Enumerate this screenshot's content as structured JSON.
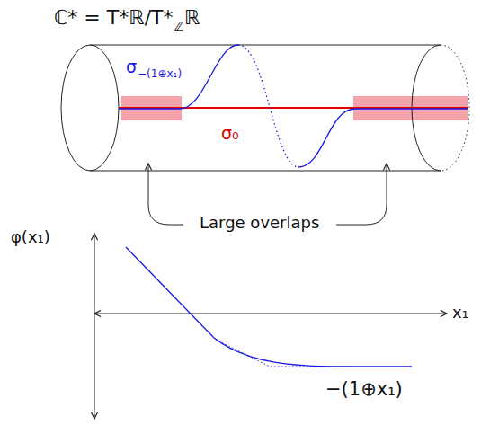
{
  "diagram": {
    "title": "ℂ* = T*ℝ/T*",
    "labels": [
      "ℤ",
      "ℝ",
      "σ",
      "−(1⊕x₁)",
      "σ₀",
      "Large overlaps",
      "φ(x₁)",
      "x₁",
      "−(1⊕x₁)"
    ]
  }
}
